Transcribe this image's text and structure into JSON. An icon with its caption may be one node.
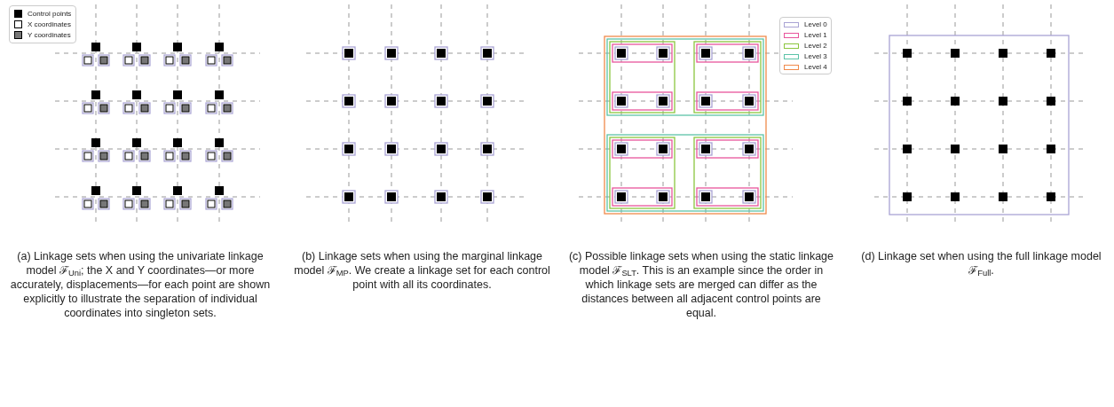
{
  "diagram": {
    "labels": [
      "(a) Linkage sets when using the univariate linkage model ℱ$_{Uni}$; the X and Y coordinates—or more accurately, displacements—for each point are shown explicitly to illustrate the separation of individual coordinates into singleton sets.",
      "(b) Linkage sets when using the marginal linkage model ℱ$_{MP}$. We create a linkage set for each control point with all its coordinates.",
      "(c) Possible linkage sets when using the static linkage model ℱ$_{SLT}$. This is an example since the order in which linkage sets are merged can differ as the distances between all adjacent control points are equal.",
      "(d) Linkage set when using the full linkage model ℱ$_{Full}$."
    ],
    "legend": [
      {
        "text": "Control points",
        "color": "#000000"
      },
      {
        "text": "X coordinates",
        "color": "#ffffff"
      },
      {
        "text": "Y coordinates",
        "color": "#777777"
      },
      {
        "text": "Level 0",
        "color": "#a9a3d4"
      },
      {
        "text": "Level 1",
        "color": "#e8559c"
      },
      {
        "text": "Level 2",
        "color": "#8cc63f"
      },
      {
        "text": "Level 3",
        "color": "#5cc3a8"
      },
      {
        "text": "Level 4",
        "color": "#f08a4b"
      }
    ]
  }
}
